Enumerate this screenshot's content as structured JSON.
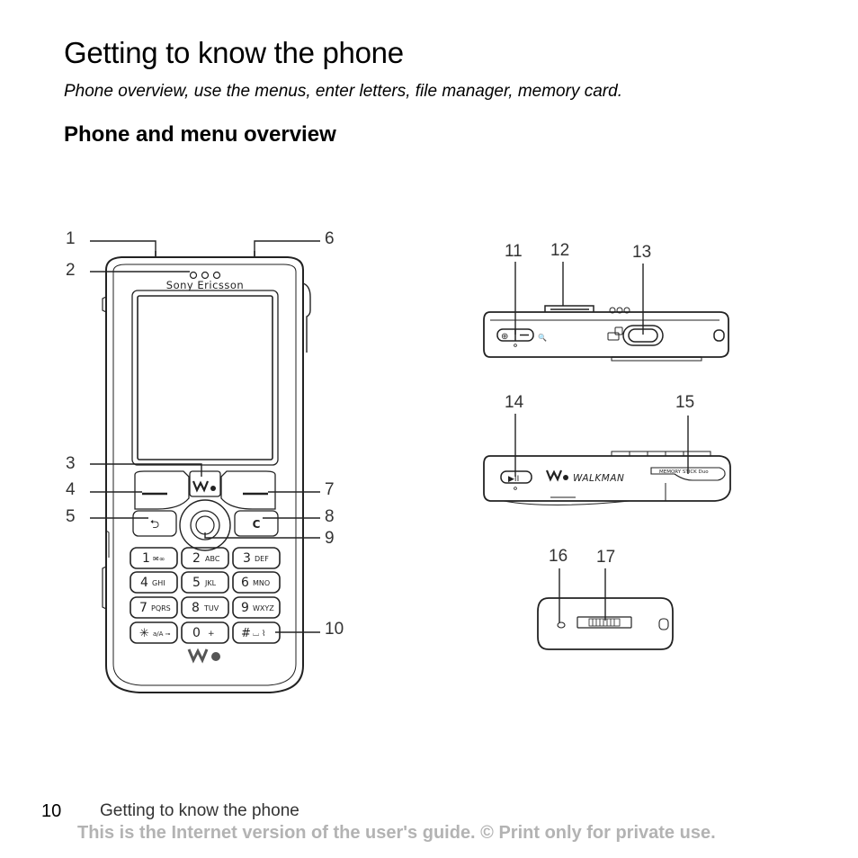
{
  "header": {
    "title": "Getting to know the phone",
    "subtitle": "Phone overview, use the menus, enter letters, file manager, memory card.",
    "section": "Phone and menu overview"
  },
  "figure": {
    "brand": "Sony Ericsson",
    "callouts": [
      "1",
      "2",
      "3",
      "4",
      "5",
      "6",
      "7",
      "8",
      "9",
      "10",
      "11",
      "12",
      "13",
      "14",
      "15",
      "16",
      "17"
    ],
    "keys": {
      "k1": "1",
      "k1_sub": "✉∞",
      "k2": "2",
      "k2_sub": "ABC",
      "k3": "3",
      "k3_sub": "DEF",
      "k4": "4",
      "k4_sub": "GHI",
      "k5": "5",
      "k5_sub": "JKL",
      "k6": "6",
      "k6_sub": "MNO",
      "k7": "7",
      "k7_sub": "PQRS",
      "k8": "8",
      "k8_sub": "TUV",
      "k9": "9",
      "k9_sub": "WXYZ",
      "kstar": "✳",
      "kstar_sub": "a/A ⊸",
      "k0": "0",
      "k0_sub": "+",
      "khash": "#",
      "khash_sub": "⌴ ⌇",
      "clear": "C",
      "back": "⮌"
    },
    "side_text": {
      "walkman": "WALKMAN",
      "memory": "MEMORY STICK Duo"
    }
  },
  "footer": {
    "page_number": "10",
    "section": "Getting to know the phone",
    "notice": "This is the Internet version of the user's guide. © Print only for private use."
  }
}
